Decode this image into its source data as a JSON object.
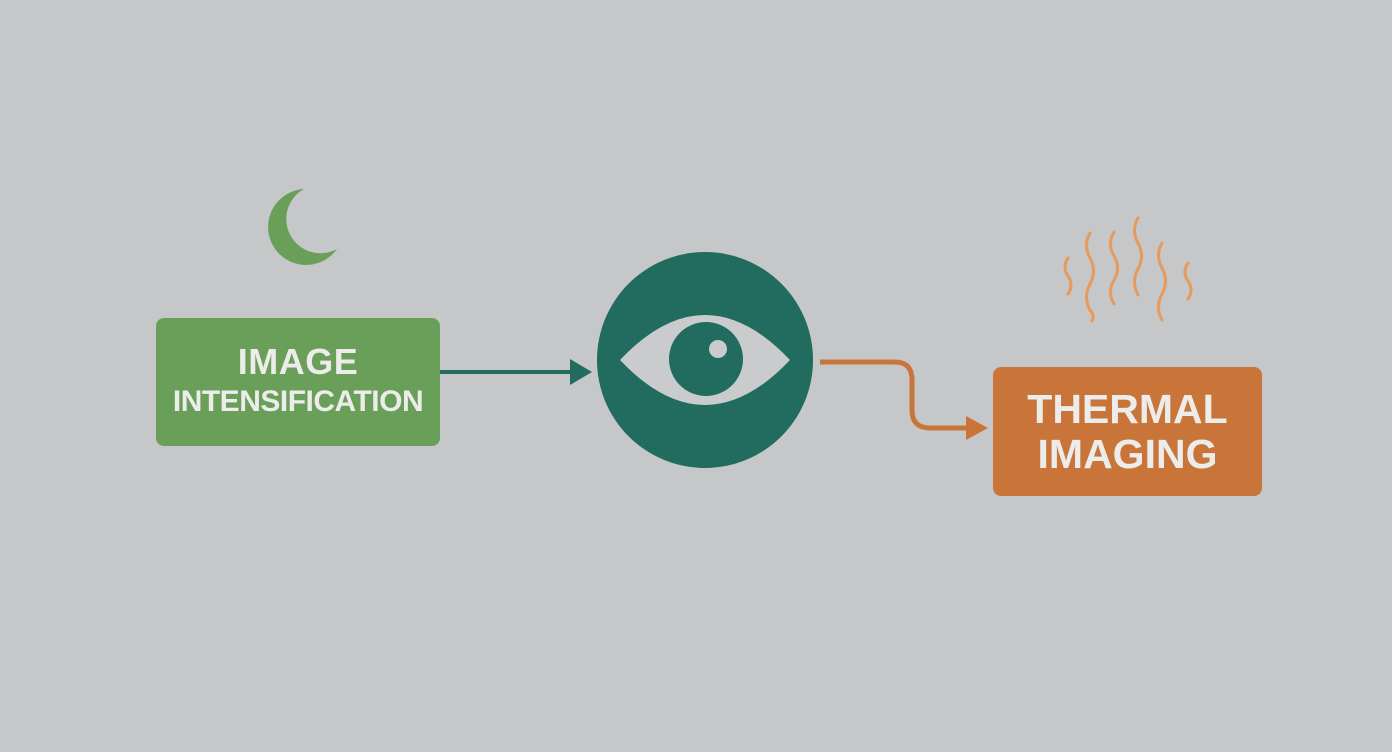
{
  "diagram": {
    "left_node": {
      "line1": "IMAGE",
      "line2": "INTENSIFICATION",
      "icon": "moon-icon"
    },
    "center_node": {
      "icon": "eye-icon"
    },
    "right_node": {
      "line1": "THERMAL",
      "line2": "IMAGING",
      "icon": "heat-waves-icon"
    }
  },
  "colors": {
    "background": "#c6c7c8",
    "green": "#6a9f5a",
    "teal": "#226b5f",
    "orange": "#c97539",
    "heat": "#e69a5c"
  }
}
